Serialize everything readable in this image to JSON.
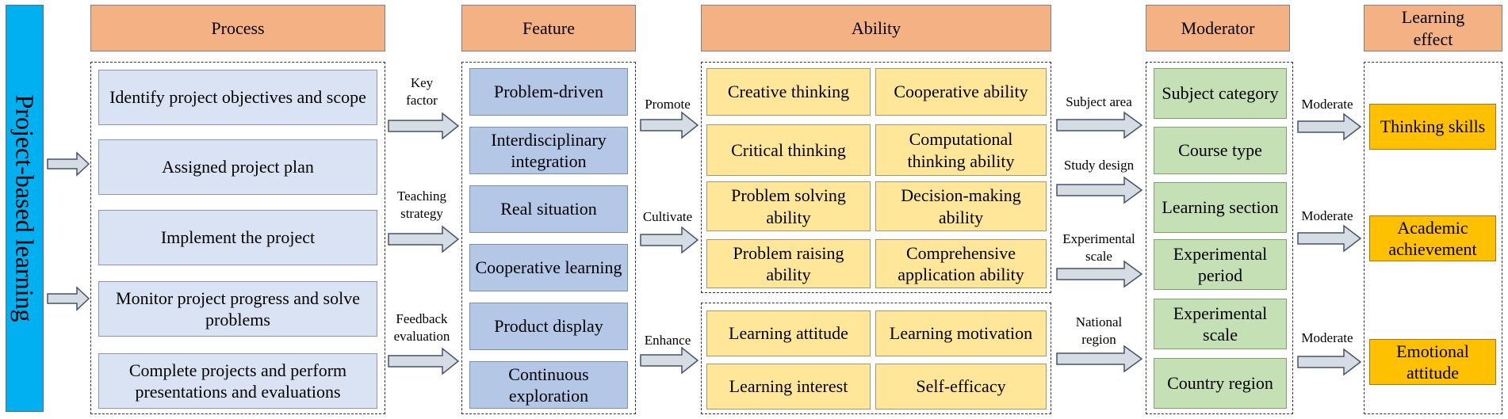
{
  "side_title": "Project-based learning",
  "headers": {
    "process": "Process",
    "feature": "Feature",
    "ability": "Ability",
    "moderator": "Moderator",
    "learning_effect": "Learning effect"
  },
  "process": [
    "Identify project objectives and scope",
    "Assigned project plan",
    "Implement the project",
    "Monitor project progress and solve problems",
    "Complete projects and perform presentations and evaluations"
  ],
  "process_feature_labels": [
    "Key factor",
    "Teaching strategy",
    "Feedback evaluation"
  ],
  "features": [
    "Problem-driven",
    "Interdisciplinary integration",
    "Real situation",
    "Cooperative learning",
    "Product display",
    "Continuous exploration"
  ],
  "feature_ability_labels": [
    "Promote",
    "Cultivate",
    "Enhance"
  ],
  "abilities_cognitive": [
    "Creative thinking",
    "Cooperative ability",
    "Critical thinking",
    "Computational thinking ability",
    "Problem solving ability",
    "Decision-making ability",
    "Problem raising ability",
    "Comprehensive application ability"
  ],
  "abilities_affective": [
    "Learning attitude",
    "Learning motivation",
    "Learning interest",
    "Self-efficacy"
  ],
  "ability_moderator_labels": [
    "Subject area",
    "Study design",
    "Experimental scale",
    "National region"
  ],
  "moderators": [
    "Subject category",
    "Course type",
    "Learning section",
    "Experimental period",
    "Experimental scale",
    "Country region"
  ],
  "moderator_effect_labels": [
    "Moderate",
    "Moderate",
    "Moderate"
  ],
  "effects": [
    "Thinking skills",
    "Academic achievement",
    "Emotional attitude"
  ],
  "colors": {
    "side_title": "#00b0f0",
    "header": "#f4b183",
    "process": "#dae3f3",
    "feature": "#b4c7e7",
    "ability": "#ffe699",
    "moderator": "#c5e0b4",
    "effect": "#ffc000",
    "arrow": "#d6dce4"
  }
}
